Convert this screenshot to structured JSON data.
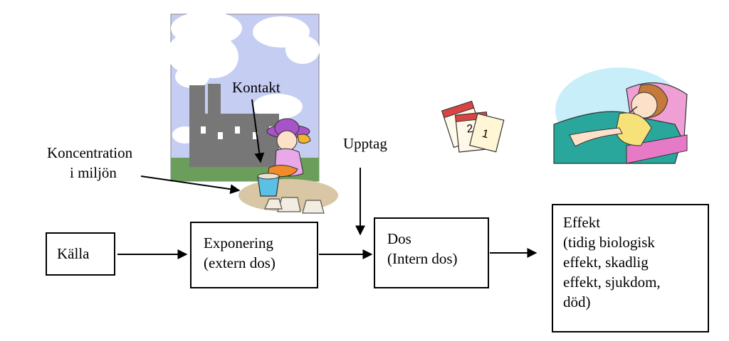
{
  "boxes": {
    "kalla": "Källa",
    "exponering": [
      "Exponering",
      "(extern dos)"
    ],
    "dos": [
      "Dos",
      "(Intern dos)"
    ],
    "effekt": [
      "Effekt",
      "(tidig biologisk",
      "effekt, skadlig",
      "effekt, sjukdom,",
      "död)"
    ]
  },
  "labels": {
    "kontakt": "Kontakt",
    "koncentration": [
      "Koncentration",
      "i miljön"
    ],
    "upptag": "Upptag"
  },
  "calendar": {
    "page1": "1",
    "page2": "2"
  },
  "colors": {
    "sky": "#c6cdf2",
    "factory": "#777777",
    "grass": "#6a9e5a",
    "pillow": "#ef9fd3",
    "blanket": "#2aa79d",
    "hair": "#c47a3a",
    "hat": "#a654c8"
  }
}
